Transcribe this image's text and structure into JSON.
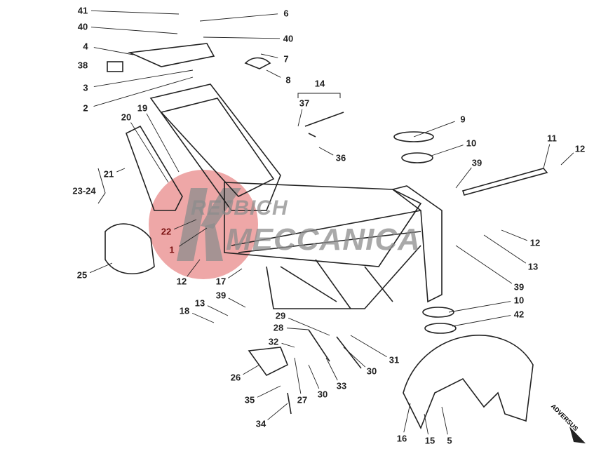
{
  "diagram": {
    "callouts": [
      "41",
      "40",
      "6",
      "40",
      "4",
      "38",
      "7",
      "3",
      "8",
      "14",
      "2",
      "37",
      "20",
      "19",
      "9",
      "10",
      "36",
      "11",
      "12",
      "39",
      "21",
      "23-24",
      "22",
      "1",
      "12",
      "13",
      "25",
      "12",
      "17",
      "39",
      "39",
      "13",
      "18",
      "10",
      "42",
      "29",
      "28",
      "32",
      "31",
      "26",
      "30",
      "30",
      "33",
      "35",
      "27",
      "34",
      "16",
      "15",
      "5"
    ],
    "watermark": {
      "line1": "REJBICH",
      "line2": "MECCANICA",
      "initial": "K"
    },
    "direction_stamp": "ADVERSUS",
    "colors": {
      "ink": "#222222",
      "watermark_circle": "#e88a8a",
      "watermark_text": "#8c8c8c",
      "highlight_label": "#7a1010"
    }
  }
}
